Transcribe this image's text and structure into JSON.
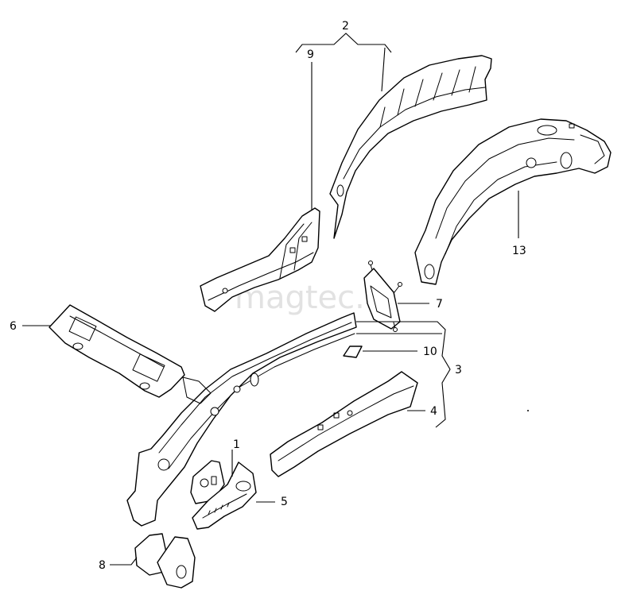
{
  "diagram": {
    "callouts": [
      "1",
      "2",
      "3",
      "4",
      "5",
      "6",
      "7",
      "8",
      "9",
      "10",
      "13"
    ]
  },
  "watermark": "magtec.ru",
  "colors": {
    "line": "#000000",
    "background": "#ffffff",
    "watermark": "#e2e2e2"
  }
}
